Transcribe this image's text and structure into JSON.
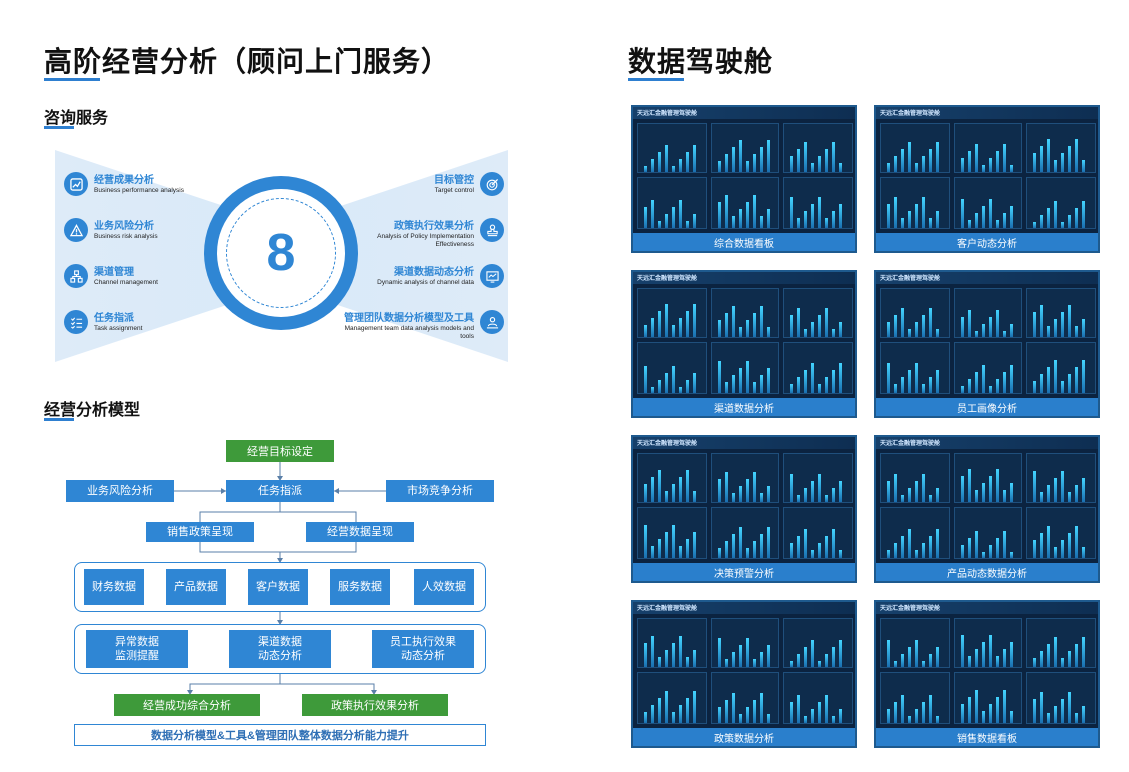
{
  "header": {
    "left_title": "高阶经营分析（顾问上门服务）",
    "right_title": "数据驾驶舱"
  },
  "consulting": {
    "section_title": "咨询服务",
    "center_number": "8",
    "left_items": [
      {
        "cn": "经营成果分析",
        "en": "Business performance analysis",
        "icon": "chart-icon"
      },
      {
        "cn": "业务风险分析",
        "en": "Business risk analysis",
        "icon": "warning-icon"
      },
      {
        "cn": "渠道管理",
        "en": "Channel management",
        "icon": "network-icon"
      },
      {
        "cn": "任务指派",
        "en": "Task assignment",
        "icon": "checklist-icon"
      }
    ],
    "right_items": [
      {
        "cn": "目标管控",
        "en": "Target control",
        "icon": "target-icon"
      },
      {
        "cn": "政策执行效果分析",
        "en": "Analysis of Policy Implementation Effectiveness",
        "icon": "stamp-icon"
      },
      {
        "cn": "渠道数据动态分析",
        "en": "Dynamic analysis of channel data",
        "icon": "screen-icon"
      },
      {
        "cn": "管理团队数据分析模型及工具",
        "en": "Management team data analysis models and tools",
        "icon": "team-icon"
      }
    ]
  },
  "model": {
    "section_title": "经营分析模型",
    "goal": "经营目标设定",
    "risk": "业务风险分析",
    "task": "任务指派",
    "market": "市场竞争分析",
    "policy_present": "销售政策呈现",
    "data_present": "经营数据呈现",
    "data_items": [
      "财务数据",
      "产品数据",
      "客户数据",
      "服务数据",
      "人效数据"
    ],
    "analysis_items": [
      "异常数据\n监测提醒",
      "渠道数据\n动态分析",
      "员工执行效果\n动态分析"
    ],
    "success": "经营成功综合分析",
    "policy_effect": "政策执行效果分析",
    "banner": "数据分析模型&工具&管理团队整体数据分析能力提升"
  },
  "dashboards": [
    {
      "caption": "综合数据看板",
      "header": "天远汇金融管理驾驶舱"
    },
    {
      "caption": "客户动态分析",
      "header": "天远汇金融管理驾驶舱"
    },
    {
      "caption": "渠道数据分析",
      "header": "天远汇金融管理驾驶舱"
    },
    {
      "caption": "员工画像分析",
      "header": "天远汇金融管理驾驶舱"
    },
    {
      "caption": "决策预警分析",
      "header": "天远汇金融管理驾驶舱"
    },
    {
      "caption": "产品动态数据分析",
      "header": "天远汇金融管理驾驶舱"
    },
    {
      "caption": "政策数据分析",
      "header": "天远汇金融管理驾驶舱"
    },
    {
      "caption": "销售数据看板",
      "header": "天远汇金融管理驾驶舱"
    }
  ],
  "colors": {
    "accent": "#2f86d4",
    "green": "#3e9a3a",
    "dash_bg": "#0b2340",
    "caption": "#2a7fcc"
  }
}
